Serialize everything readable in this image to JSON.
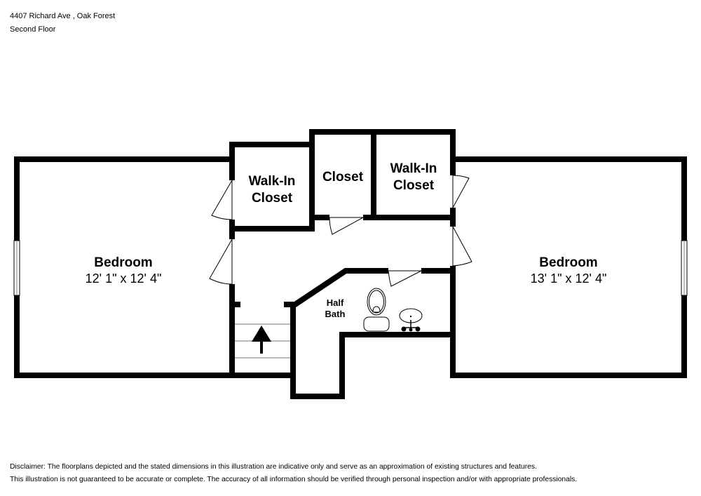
{
  "header": {
    "address": "4407 Richard Ave , Oak Forest",
    "floor": "Second Floor"
  },
  "rooms": {
    "bedroom_left": {
      "name": "Bedroom",
      "dimensions": "12' 1\" x 12' 4\""
    },
    "bedroom_right": {
      "name": "Bedroom",
      "dimensions": "13' 1\" x 12' 4\""
    },
    "walkin_closet_left": {
      "line1": "Walk-In",
      "line2": "Closet"
    },
    "closet_center": {
      "name": "Closet"
    },
    "walkin_closet_right": {
      "line1": "Walk-In",
      "line2": "Closet"
    },
    "half_bath": {
      "line1": "Half",
      "line2": "Bath"
    }
  },
  "disclaimer": {
    "line1": "Disclaimer: The floorplans depicted and the stated dimensions in this illustration are indicative only and serve as an approximation of existing structures and features.",
    "line2": "This illustration is not guaranteed to be accurate or complete. The accuracy of all information should be verified through personal inspection and/or with appropriate professionals."
  },
  "colors": {
    "wall": "#000000",
    "background": "#ffffff",
    "window": "#ffffff"
  }
}
